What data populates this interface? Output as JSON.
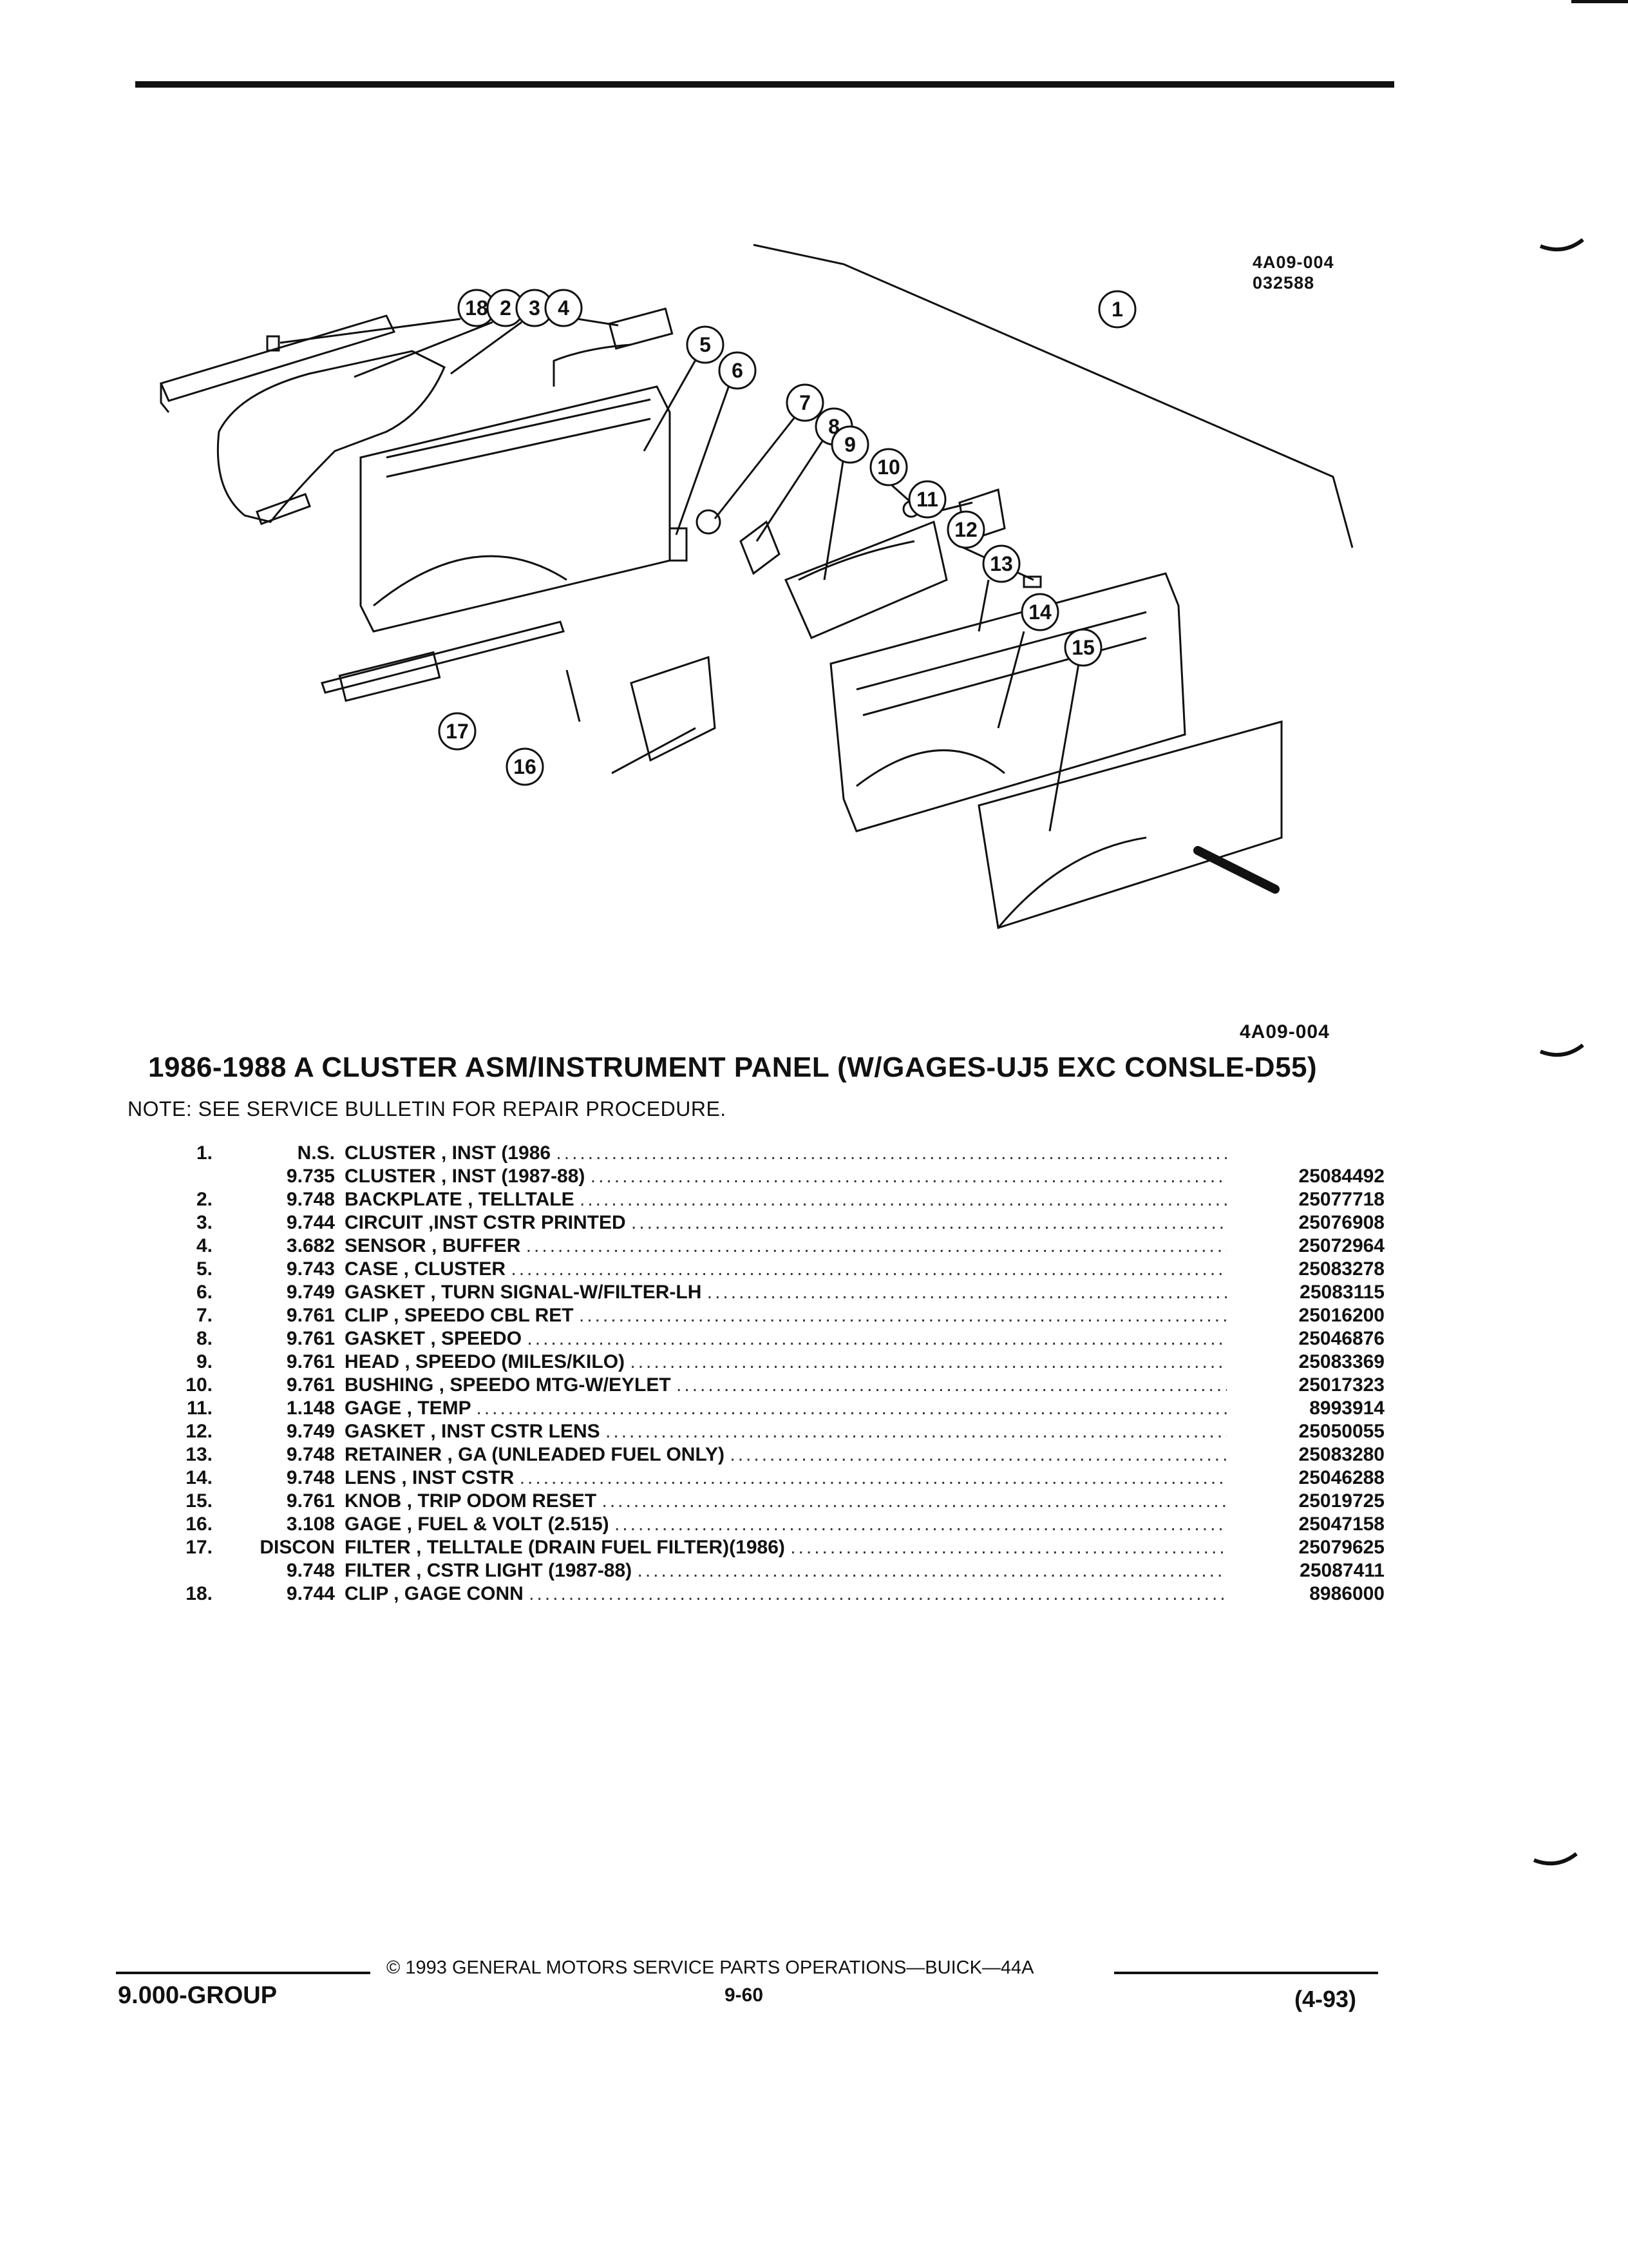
{
  "diagram": {
    "code_top": "4A09-004",
    "date_code": "032588",
    "code_bottom": "4A09-004",
    "callouts": [
      "1",
      "2",
      "3",
      "4",
      "5",
      "6",
      "7",
      "8",
      "9",
      "10",
      "11",
      "12",
      "13",
      "14",
      "15",
      "16",
      "17",
      "18"
    ]
  },
  "title": "1986-1988 A CLUSTER ASM/INSTRUMENT PANEL (W/GAGES-UJ5 EXC CONSLE-D55)",
  "note": "NOTE:  SEE SERVICE BULLETIN FOR REPAIR PROCEDURE.",
  "parts": [
    {
      "idx": "1.",
      "group": "N.S.",
      "desc": "CLUSTER , INST (1986",
      "part_no": ""
    },
    {
      "idx": "",
      "group": "9.735",
      "desc": "CLUSTER , INST (1987-88)",
      "part_no": "25084492"
    },
    {
      "idx": "2.",
      "group": "9.748",
      "desc": "BACKPLATE , TELLTALE",
      "part_no": "25077718"
    },
    {
      "idx": "3.",
      "group": "9.744",
      "desc": "CIRCUIT ,INST CSTR PRINTED",
      "part_no": "25076908"
    },
    {
      "idx": "4.",
      "group": "3.682",
      "desc": "SENSOR , BUFFER",
      "part_no": "25072964"
    },
    {
      "idx": "5.",
      "group": "9.743",
      "desc": "CASE , CLUSTER",
      "part_no": "25083278"
    },
    {
      "idx": "6.",
      "group": "9.749",
      "desc": "GASKET , TURN SIGNAL-W/FILTER-LH",
      "part_no": "25083115"
    },
    {
      "idx": "7.",
      "group": "9.761",
      "desc": "CLIP , SPEEDO CBL RET",
      "part_no": "25016200"
    },
    {
      "idx": "8.",
      "group": "9.761",
      "desc": "GASKET , SPEEDO",
      "part_no": "25046876"
    },
    {
      "idx": "9.",
      "group": "9.761",
      "desc": "HEAD , SPEEDO (MILES/KILO)",
      "part_no": "25083369"
    },
    {
      "idx": "10.",
      "group": "9.761",
      "desc": "BUSHING , SPEEDO MTG-W/EYLET",
      "part_no": "25017323"
    },
    {
      "idx": "11.",
      "group": "1.148",
      "desc": "GAGE , TEMP",
      "part_no": "8993914"
    },
    {
      "idx": "12.",
      "group": "9.749",
      "desc": "GASKET , INST CSTR LENS",
      "part_no": "25050055"
    },
    {
      "idx": "13.",
      "group": "9.748",
      "desc": "RETAINER , GA (UNLEADED FUEL ONLY)",
      "part_no": "25083280"
    },
    {
      "idx": "14.",
      "group": "9.748",
      "desc": "LENS , INST CSTR",
      "part_no": "25046288"
    },
    {
      "idx": "15.",
      "group": "9.761",
      "desc": "KNOB , TRIP ODOM RESET",
      "part_no": "25019725"
    },
    {
      "idx": "16.",
      "group": "3.108",
      "desc": "GAGE , FUEL & VOLT (2.515)",
      "part_no": "25047158"
    },
    {
      "idx": "17.",
      "group": "DISCON",
      "desc": "FILTER , TELLTALE (DRAIN FUEL FILTER)(1986)",
      "part_no": "25079625"
    },
    {
      "idx": "",
      "group": "9.748",
      "desc": "FILTER , CSTR LIGHT (1987-88)",
      "part_no": "25087411"
    },
    {
      "idx": "18.",
      "group": "9.744",
      "desc": "CLIP , GAGE CONN",
      "part_no": "8986000"
    }
  ],
  "footer": {
    "copyright": "© 1993  GENERAL MOTORS SERVICE PARTS OPERATIONS—BUICK—44A",
    "group": "9.000-GROUP",
    "page": "9-60",
    "revision": "(4-93)"
  }
}
